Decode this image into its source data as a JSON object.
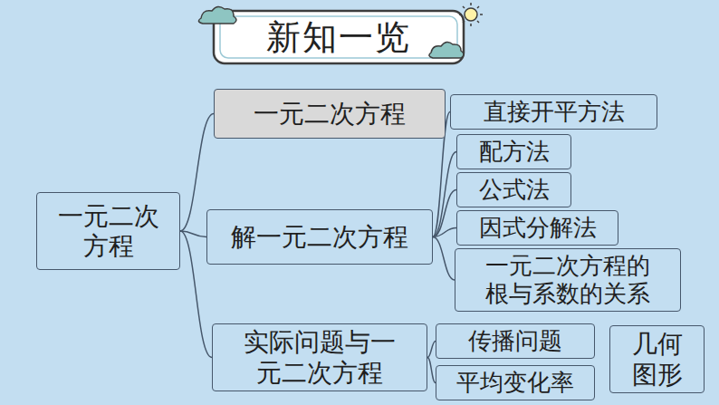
{
  "diagram": {
    "title": "新知一览",
    "nodes": [
      {
        "text": [
          "一元二次方程"
        ]
      },
      {
        "text": [
          "一元二次方程"
        ]
      },
      {
        "text": [
          "解一元二次方程"
        ]
      },
      {
        "text": [
          "实际问题与一元二次方程"
        ]
      },
      {
        "text": [
          "直接开平方法"
        ]
      },
      {
        "text": [
          "配方法"
        ]
      },
      {
        "text": [
          "公式法"
        ]
      },
      {
        "text": [
          "因式分解法"
        ]
      },
      {
        "text": [
          "一元二次方程的根与系数的关系"
        ]
      },
      {
        "text": [
          "传播问题"
        ]
      },
      {
        "text": [
          "平均变化率"
        ]
      },
      {
        "text": [
          "几何图形"
        ]
      }
    ],
    "edges": [
      {
        "from": 0,
        "to": 1,
        "arrow": "none"
      },
      {
        "from": 0,
        "to": 2,
        "arrow": "none"
      },
      {
        "from": 0,
        "to": 3,
        "arrow": "none"
      },
      {
        "from": 2,
        "to": 4,
        "arrow": "none"
      },
      {
        "from": 2,
        "to": 5,
        "arrow": "none"
      },
      {
        "from": 2,
        "to": 6,
        "arrow": "none"
      },
      {
        "from": 2,
        "to": 7,
        "arrow": "none"
      },
      {
        "from": 2,
        "to": 8,
        "arrow": "none"
      },
      {
        "from": 3,
        "to": 9,
        "arrow": "none"
      },
      {
        "from": 3,
        "to": 10,
        "arrow": "none"
      }
    ]
  }
}
